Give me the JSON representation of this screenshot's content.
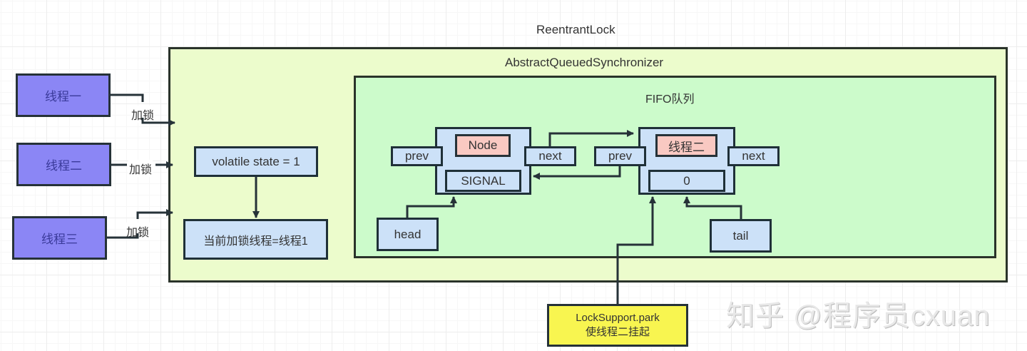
{
  "diagram": {
    "title": "ReentrantLock",
    "aqs_label": "AbstractQueuedSynchronizer",
    "fifo_label": "FIFO队列",
    "threads": [
      {
        "label": "线程一",
        "edge_label": "加锁"
      },
      {
        "label": "线程二",
        "edge_label": "加锁"
      },
      {
        "label": "线程三",
        "edge_label": "加锁"
      }
    ],
    "state": {
      "state_label": "volatile state = 1",
      "owner_label": "当前加锁线程=线程1"
    },
    "queue": {
      "node1": {
        "name": "Node",
        "status": "SIGNAL",
        "prev": "prev",
        "next": "next"
      },
      "node2": {
        "name": "线程二",
        "status": "0",
        "prev": "prev",
        "next": "next"
      },
      "head": "head",
      "tail": "tail"
    },
    "park_note": {
      "line1": "LockSupport.park",
      "line2": "使线程二挂起"
    },
    "watermark": "知乎 @程序员cxuan",
    "colors": {
      "thread_fill": "#8b86f5",
      "outer_fill": "#ecfccc",
      "inner_fill": "#ccfbcb",
      "node_fill": "#cce1f8",
      "name_fill": "#f9c9c2",
      "note_fill": "#f8f550",
      "stroke": "#263238"
    }
  }
}
